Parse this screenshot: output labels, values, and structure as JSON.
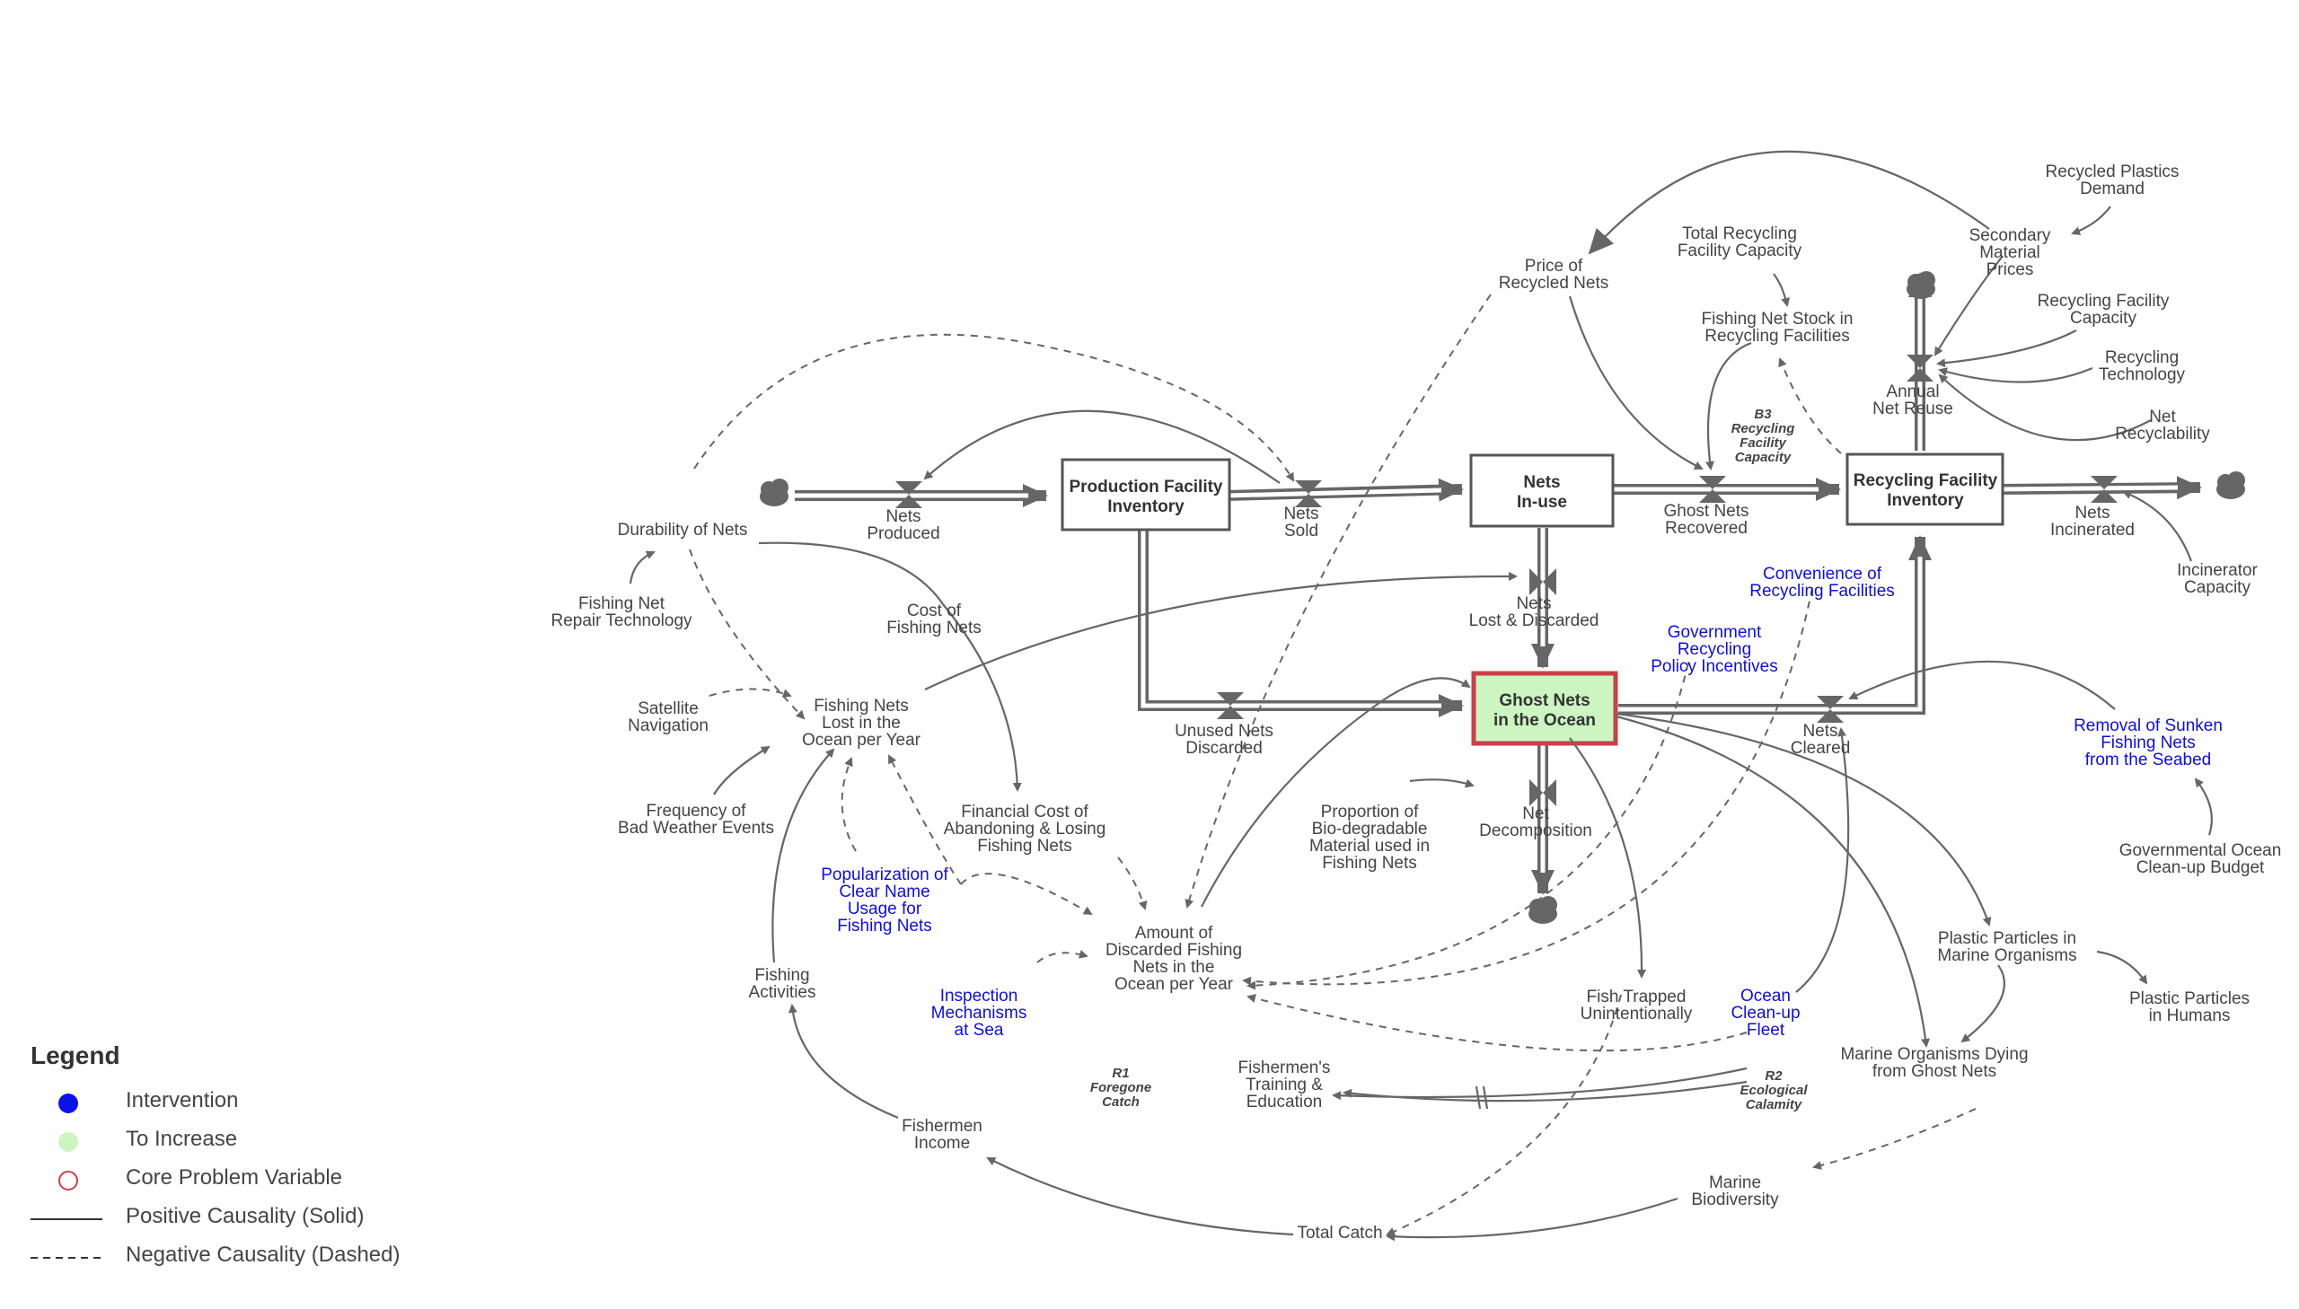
{
  "stocks": {
    "production": {
      "line1": "Production Facility",
      "line2": "Inventory"
    },
    "nets_in_use": {
      "line1": "Nets",
      "line2": "In-use"
    },
    "recycling": {
      "line1": "Recycling Facility",
      "line2": "Inventory"
    },
    "ghost_nets": {
      "line1": "Ghost Nets",
      "line2": "in the Ocean"
    }
  },
  "flows": {
    "nets_produced": [
      "Nets",
      "Produced"
    ],
    "nets_sold": [
      "Nets",
      "Sold"
    ],
    "ghost_nets_recovered": [
      "Ghost Nets",
      "Recovered"
    ],
    "annual_net_reuse": [
      "Annual",
      "Net Reuse"
    ],
    "nets_incinerated": [
      "Nets",
      "Incinerated"
    ],
    "nets_lost_discarded": [
      "Nets",
      "Lost & Discarded"
    ],
    "unused_nets_discarded": [
      "Unused Nets",
      "Discarded"
    ],
    "nets_cleared": [
      "Nets",
      "Cleared"
    ],
    "net_decomposition": [
      "Net",
      "Decomposition"
    ]
  },
  "variables": {
    "durability_of_nets": [
      "Durability of Nets"
    ],
    "fishing_net_repair_technology": [
      "Fishing Net",
      "Repair Technology"
    ],
    "satellite_navigation": [
      "Satellite",
      "Navigation"
    ],
    "frequency_bad_weather": [
      "Frequency of",
      "Bad Weather Events"
    ],
    "fishing_nets_lost": [
      "Fishing Nets",
      "Lost in the",
      "Ocean per Year"
    ],
    "cost_of_fishing_nets": [
      "Cost of",
      "Fishing Nets"
    ],
    "financial_cost": [
      "Financial Cost of",
      "Abandoning & Losing",
      "Fishing Nets"
    ],
    "fishing_activities": [
      "Fishing",
      "Activities"
    ],
    "fishermen_income": [
      "Fishermen",
      "Income"
    ],
    "amount_discarded": [
      "Amount of",
      "Discarded Fishing",
      "Nets in the",
      "Ocean per Year"
    ],
    "fishermens_training": [
      "Fishermen's",
      "Training &",
      "Education"
    ],
    "proportion_biodegradable": [
      "Proportion of",
      "Bio-degradable",
      "Material used in",
      "Fishing Nets"
    ],
    "price_recycled_nets": [
      "Price of",
      "Recycled Nets"
    ],
    "total_recycling_capacity": [
      "Total Recycling",
      "Facility Capacity"
    ],
    "fishing_net_stock_recycling": [
      "Fishing Net Stock in",
      "Recycling Facilities"
    ],
    "recycled_plastics_demand": [
      "Recycled Plastics",
      "Demand"
    ],
    "secondary_material_prices": [
      "Secondary",
      "Material",
      "Prices"
    ],
    "recycling_facility_capacity": [
      "Recycling Facility",
      "Capacity"
    ],
    "recycling_technology": [
      "Recycling",
      "Technology"
    ],
    "net_recyclability": [
      "Net",
      "Recyclability"
    ],
    "incinerator_capacity": [
      "Incinerator",
      "Capacity"
    ],
    "governmental_budget": [
      "Governmental Ocean",
      "Clean-up Budget"
    ],
    "fish_trapped": [
      "Fish Trapped",
      "Unintentionally"
    ],
    "plastic_particles_marine": [
      "Plastic Particles in",
      "Marine Organisms"
    ],
    "plastic_particles_humans": [
      "Plastic Particles",
      "in Humans"
    ],
    "marine_organisms_dying": [
      "Marine Organisms Dying",
      "from Ghost Nets"
    ],
    "marine_biodiversity": [
      "Marine",
      "Biodiversity"
    ],
    "total_catch": [
      "Total Catch"
    ]
  },
  "interventions": {
    "popularization_clear_name": [
      "Popularization of",
      "Clear Name",
      "Usage for",
      "Fishing Nets"
    ],
    "inspection_mechanisms": [
      "Inspection",
      "Mechanisms",
      "at Sea"
    ],
    "government_recycling_incentives": [
      "Government",
      "Recycling",
      "Policy Incentives"
    ],
    "convenience_recycling": [
      "Convenience of",
      "Recycling Facilities"
    ],
    "removal_sunken_nets": [
      "Removal of Sunken",
      "Fishing Nets",
      "from the Seabed"
    ],
    "ocean_cleanup_fleet": [
      "Ocean",
      "Clean-up",
      "Fleet"
    ]
  },
  "loops": {
    "b3": [
      "B3",
      "Recycling",
      "Facility",
      "Capacity"
    ],
    "r1": [
      "R1",
      "Foregone",
      "Catch"
    ],
    "r2": [
      "R2",
      "Ecological",
      "Calamity"
    ]
  },
  "legend": {
    "title": "Legend",
    "items": [
      {
        "key": "intervention",
        "label": "Intervention",
        "color": "#0a14e6"
      },
      {
        "key": "increase",
        "label": "To Increase",
        "color": "#ccf5c2"
      },
      {
        "key": "core",
        "label": "Core Problem Variable",
        "color": "#c8404a"
      },
      {
        "key": "positive",
        "label": "Positive Causality (Solid)"
      },
      {
        "key": "negative",
        "label": "Negative Causality (Dashed)"
      }
    ]
  },
  "colors": {
    "intervention_text": "#1010c8",
    "core_border": "#c8404a",
    "increase_fill": "#ccf5c2",
    "link": "#666666"
  }
}
